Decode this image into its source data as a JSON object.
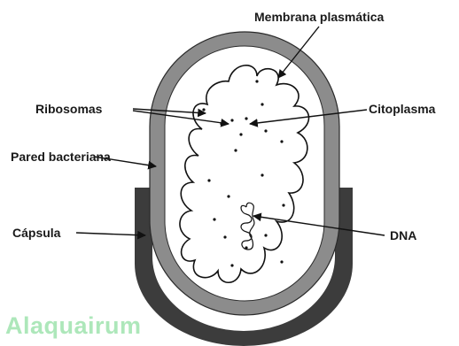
{
  "labels": {
    "membrana": "Membrana plasmática",
    "ribosomas": "Ribosomas",
    "citoplasma": "Citoplasma",
    "pared": "Pared bacteriana",
    "capsula": "Cápsula",
    "dna": "DNA"
  },
  "watermark": "Alaquairum",
  "colors": {
    "capsule": "#3c3c3c",
    "wall": "#8c8c8c",
    "membrane": "#111111",
    "watermark": "#9fe3ae"
  }
}
